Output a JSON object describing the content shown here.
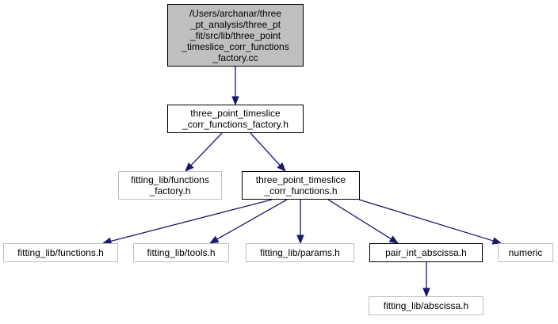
{
  "colors": {
    "edge": "#191970",
    "root_fill": "#bfbfbf",
    "node_border": "#000000",
    "external_border": "#bfbfbf"
  },
  "nodes": {
    "root": {
      "label": "/Users/archanar/three\n_pt_analysis/three_pt\n_fit/src/lib/three_point\n_timeslice_corr_functions\n_factory.cc"
    },
    "factory_h": {
      "label": "three_point_timeslice\n_corr_functions_factory.h"
    },
    "functions_factory_h": {
      "label": "fitting_lib/functions\n_factory.h"
    },
    "corr_functions_h": {
      "label": "three_point_timeslice\n_corr_functions.h"
    },
    "functions_h": {
      "label": "fitting_lib/functions.h"
    },
    "tools_h": {
      "label": "fitting_lib/tools.h"
    },
    "params_h": {
      "label": "fitting_lib/params.h"
    },
    "pair_int_abscissa_h": {
      "label": "pair_int_abscissa.h"
    },
    "numeric": {
      "label": "numeric"
    },
    "abscissa_h": {
      "label": "fitting_lib/abscissa.h"
    }
  }
}
